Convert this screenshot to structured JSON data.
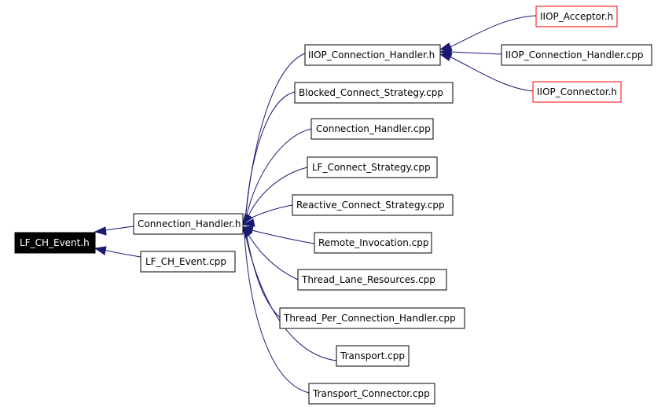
{
  "colors": {
    "edge": "#191970",
    "root_fill": "#000000",
    "root_text": "#ffffff",
    "node_border": "#000000",
    "undocumented_border": "#ff0000"
  },
  "nodes": {
    "lf_ch_event_h": "LF_CH_Event.h",
    "connection_handler_h": "Connection_Handler.h",
    "lf_ch_event_cpp": "LF_CH_Event.cpp",
    "iiop_connection_handler_h": "IIOP_Connection_Handler.h",
    "blocked_connect_strategy_cpp": "Blocked_Connect_Strategy.cpp",
    "connection_handler_cpp": "Connection_Handler.cpp",
    "lf_connect_strategy_cpp": "LF_Connect_Strategy.cpp",
    "reactive_connect_strategy_cpp": "Reactive_Connect_Strategy.cpp",
    "remote_invocation_cpp": "Remote_Invocation.cpp",
    "thread_lane_resources_cpp": "Thread_Lane_Resources.cpp",
    "thread_per_connection_handler_cpp": "Thread_Per_Connection_Handler.cpp",
    "transport_cpp": "Transport.cpp",
    "transport_connector_cpp": "Transport_Connector.cpp",
    "iiop_acceptor_h": "IIOP_Acceptor.h",
    "iiop_connection_handler_cpp": "IIOP_Connection_Handler.cpp",
    "iiop_connector_h": "IIOP_Connector.h"
  }
}
